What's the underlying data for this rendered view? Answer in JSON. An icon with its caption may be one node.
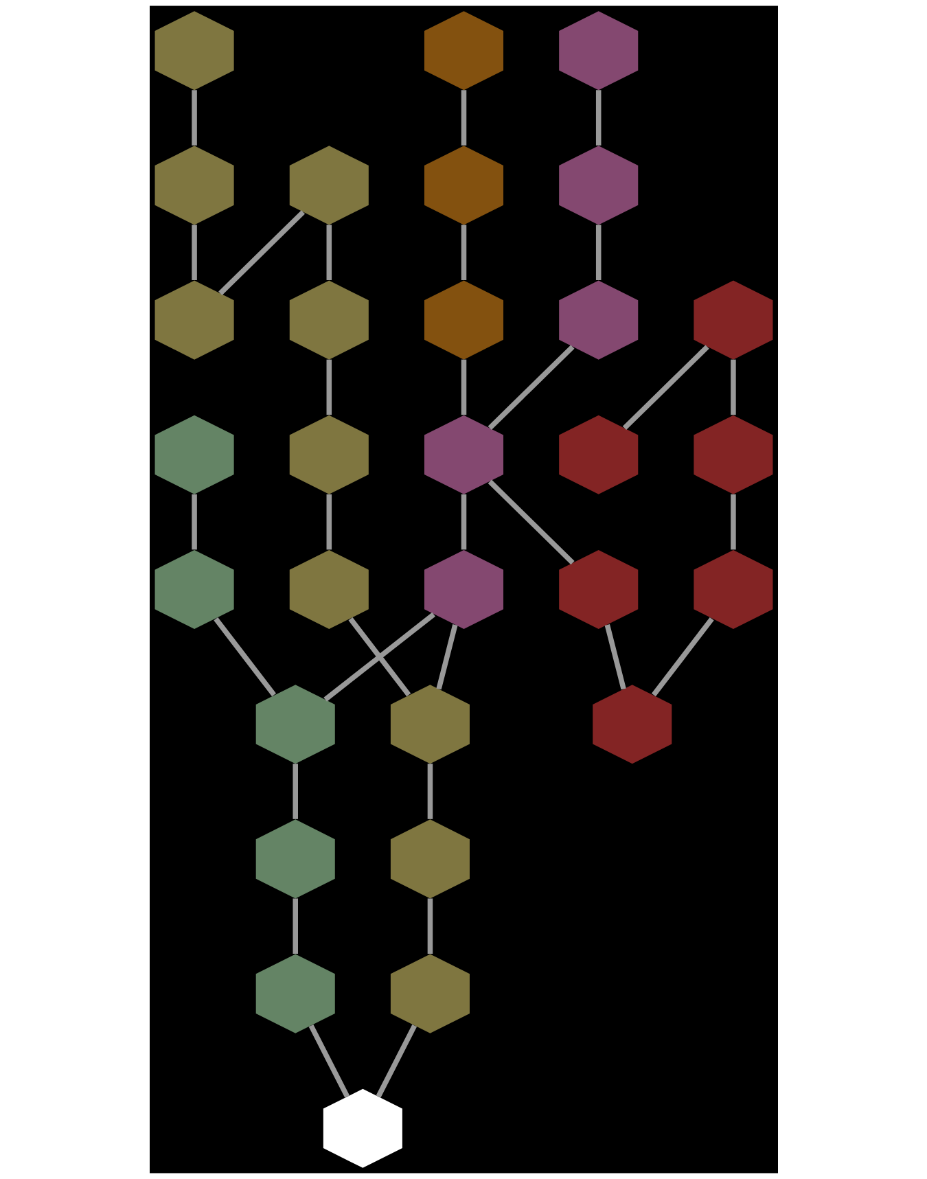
{
  "diagram": {
    "nodes": [
      {
        "text": [],
        "shape": "hexagon"
      },
      {
        "text": [],
        "shape": "hexagon"
      },
      {
        "text": [],
        "shape": "hexagon"
      },
      {
        "text": [],
        "shape": "hexagon"
      },
      {
        "text": [],
        "shape": "hexagon"
      },
      {
        "text": [],
        "shape": "hexagon"
      },
      {
        "text": [],
        "shape": "hexagon"
      },
      {
        "text": [],
        "shape": "hexagon"
      },
      {
        "text": [],
        "shape": "hexagon"
      },
      {
        "text": [],
        "shape": "hexagon"
      },
      {
        "text": [],
        "shape": "hexagon"
      },
      {
        "text": [],
        "shape": "hexagon"
      },
      {
        "text": [],
        "shape": "hexagon"
      },
      {
        "text": [],
        "shape": "hexagon"
      },
      {
        "text": [],
        "shape": "hexagon"
      },
      {
        "text": [],
        "shape": "hexagon"
      },
      {
        "text": [],
        "shape": "hexagon"
      },
      {
        "text": [],
        "shape": "hexagon"
      },
      {
        "text": [],
        "shape": "hexagon"
      },
      {
        "text": [],
        "shape": "hexagon"
      },
      {
        "text": [],
        "shape": "hexagon"
      },
      {
        "text": [],
        "shape": "hexagon"
      },
      {
        "text": [],
        "shape": "hexagon"
      },
      {
        "text": [],
        "shape": "hexagon"
      },
      {
        "text": [],
        "shape": "hexagon"
      },
      {
        "text": [],
        "shape": "hexagon"
      },
      {
        "text": [],
        "shape": "hexagon"
      },
      {
        "text": [],
        "shape": "hexagon"
      },
      {
        "text": [],
        "shape": "hexagon"
      },
      {
        "text": [],
        "shape": "hexagon"
      }
    ],
    "edges": [
      {
        "from": 0,
        "to": 2,
        "arrow": "none"
      },
      {
        "from": 2,
        "to": 7,
        "arrow": "none"
      },
      {
        "from": 6,
        "to": 7,
        "arrow": "none"
      },
      {
        "from": 6,
        "to": 11,
        "arrow": "none"
      },
      {
        "from": 11,
        "to": 18,
        "arrow": "none"
      },
      {
        "from": 18,
        "to": 22,
        "arrow": "none"
      },
      {
        "from": 22,
        "to": 24,
        "arrow": "none"
      },
      {
        "from": 1,
        "to": 3,
        "arrow": "none"
      },
      {
        "from": 3,
        "to": 8,
        "arrow": "none"
      },
      {
        "from": 8,
        "to": 15,
        "arrow": "none"
      },
      {
        "from": 15,
        "to": 21,
        "arrow": "none"
      },
      {
        "from": 21,
        "to": 23,
        "arrow": "none"
      },
      {
        "from": 21,
        "to": 24,
        "arrow": "none"
      },
      {
        "from": 4,
        "to": 5,
        "arrow": "none"
      },
      {
        "from": 4,
        "to": 9,
        "arrow": "none"
      },
      {
        "from": 9,
        "to": 10,
        "arrow": "none"
      },
      {
        "from": 10,
        "to": 17,
        "arrow": "none"
      },
      {
        "from": 16,
        "to": 17,
        "arrow": "none"
      },
      {
        "from": 15,
        "to": 16,
        "arrow": "none"
      },
      {
        "from": 12,
        "to": 13,
        "arrow": "none"
      },
      {
        "from": 13,
        "to": 14,
        "arrow": "none"
      },
      {
        "from": 14,
        "to": 15,
        "arrow": "none"
      },
      {
        "from": 19,
        "to": 20,
        "arrow": "none"
      },
      {
        "from": 20,
        "to": 23,
        "arrow": "none"
      },
      {
        "from": 23,
        "to": 25,
        "arrow": "none"
      },
      {
        "from": 25,
        "to": 27,
        "arrow": "none"
      },
      {
        "from": 27,
        "to": 29,
        "arrow": "none"
      },
      {
        "from": 24,
        "to": 26,
        "arrow": "none"
      },
      {
        "from": 26,
        "to": 28,
        "arrow": "none"
      },
      {
        "from": 28,
        "to": 29,
        "arrow": "none"
      }
    ]
  }
}
